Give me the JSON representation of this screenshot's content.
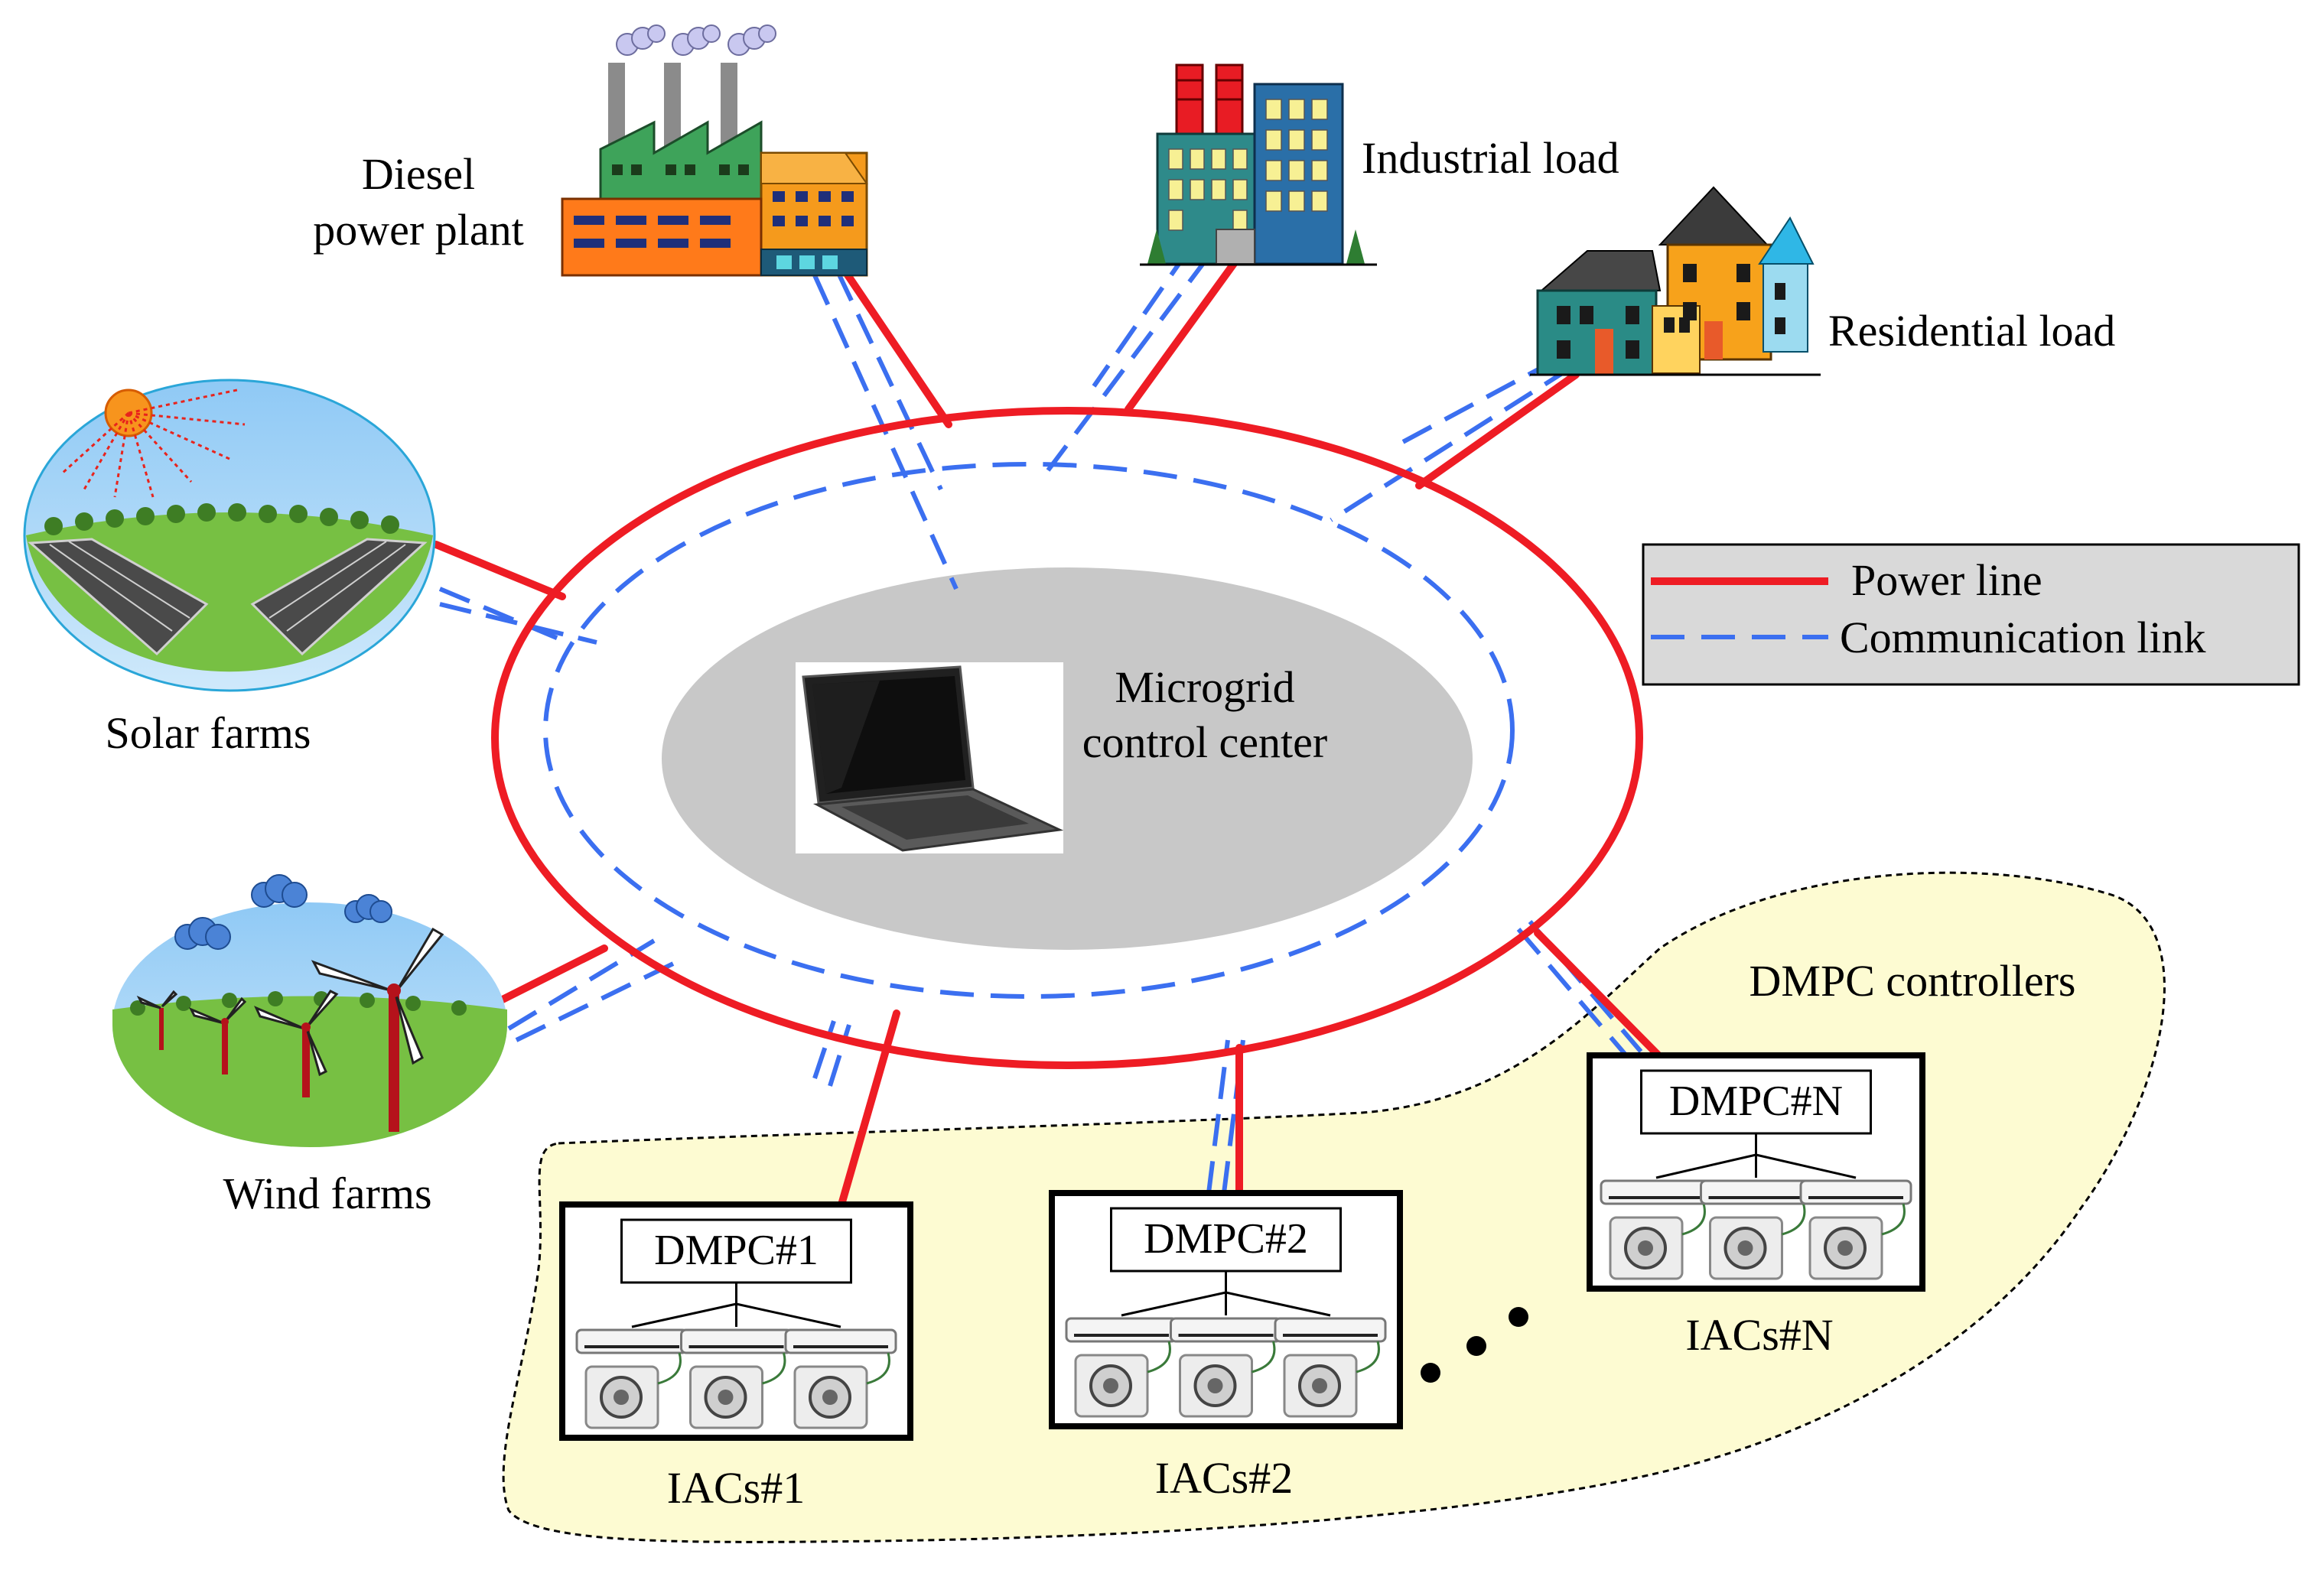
{
  "labels": {
    "diesel_line1": "Diesel",
    "diesel_line2": "power plant",
    "industrial": "Industrial load",
    "residential": "Residential load",
    "solar": "Solar farms",
    "wind": "Wind farms",
    "center_line1": "Microgrid",
    "center_line2": "control center",
    "dmpc_region": "DMPC controllers"
  },
  "legend": {
    "power_line": "Power line",
    "comm_link": "Communication link"
  },
  "controllers": [
    {
      "name": "DMPC#1",
      "group": "IACs#1"
    },
    {
      "name": "DMPC#2",
      "group": "IACs#2"
    },
    {
      "name": "DMPC#N",
      "group": "IACs#N"
    }
  ],
  "colors": {
    "power_line": "#ee1c24",
    "comm_link": "#3b6ff0",
    "center": "#c8c8c8",
    "region": "#fdfbd2",
    "legend_bg": "#d9d9d9"
  }
}
